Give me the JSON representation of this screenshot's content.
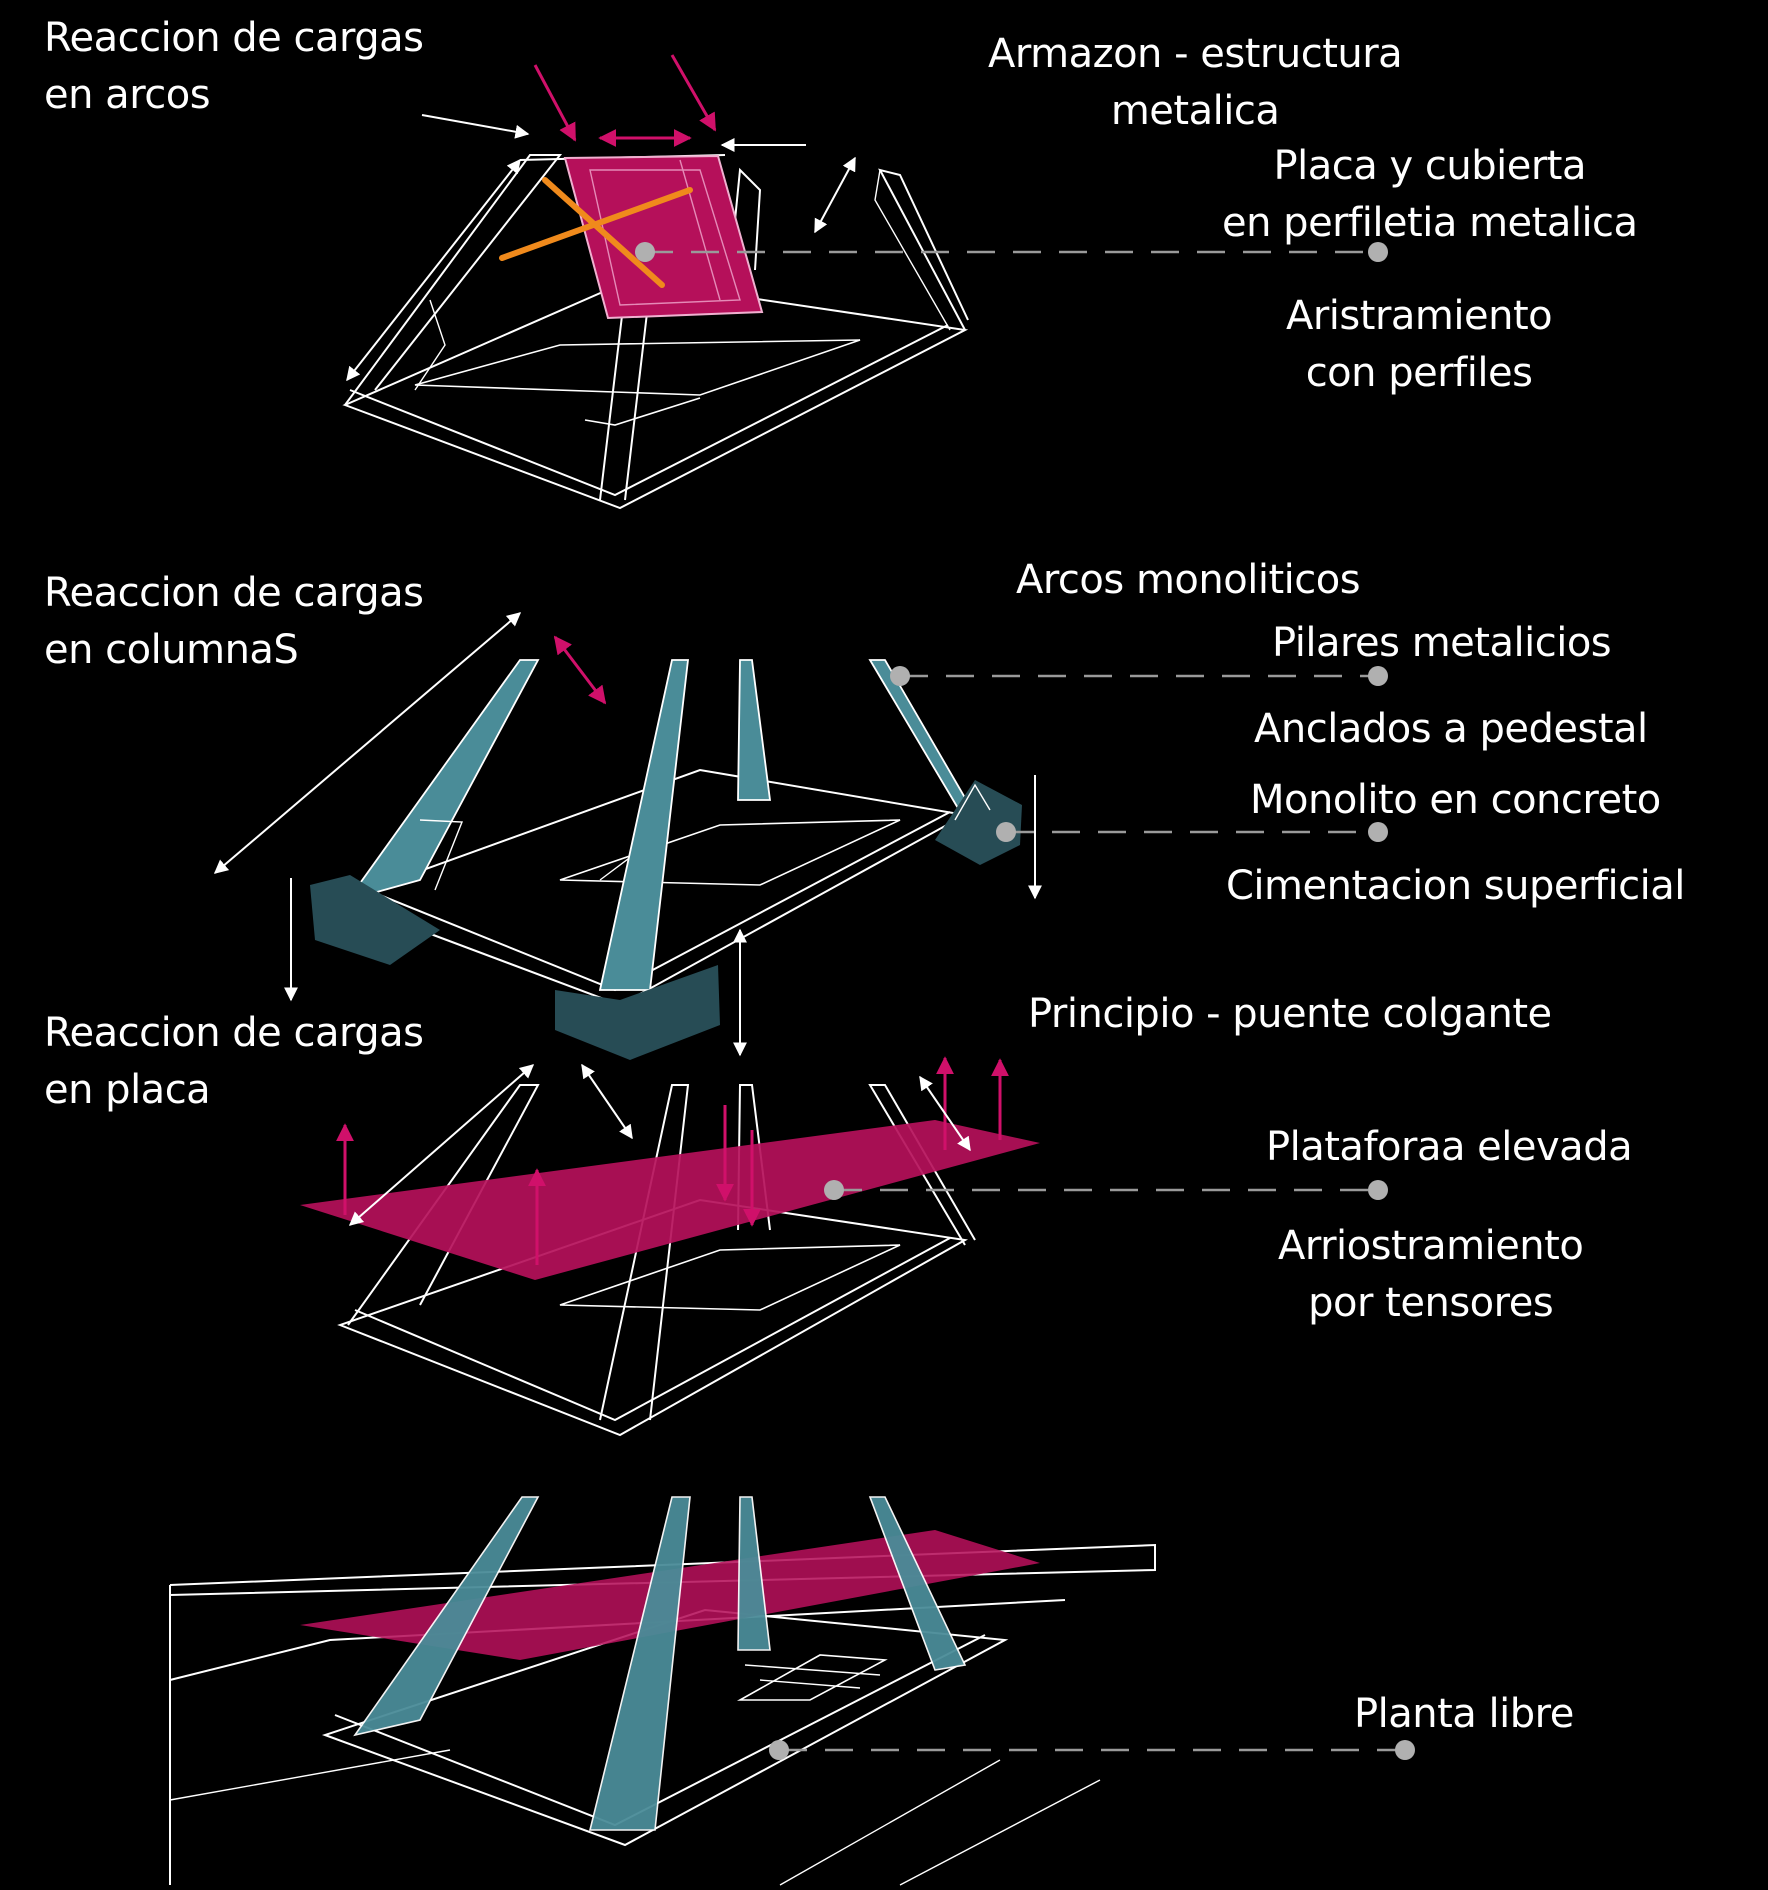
{
  "colors": {
    "background": "#000000",
    "line": "#ffffff",
    "magenta": "#b5105a",
    "teal": "#4a8c98",
    "teal_dark": "#274c55",
    "orange": "#f08a1c",
    "leader": "#9a9a9a"
  },
  "labels": {
    "reaccion_arcos": [
      "Reaccion de cargas",
      "en arcos"
    ],
    "armazon": [
      "Armazon - estructura",
      "metalica"
    ],
    "placa_cubierta": [
      "Placa y cubierta",
      "en perfiletia metalica"
    ],
    "aristramiento": [
      "Aristramiento",
      "con perfiles"
    ],
    "reaccion_columnas": [
      "Reaccion de cargas",
      "en columnaS"
    ],
    "arcos_monoliticos": "Arcos monoliticos",
    "pilares": "Pilares metalicios",
    "anclados": "Anclados a pedestal",
    "monolito": "Monolito en concreto",
    "cimentacion": "Cimentacion superficial",
    "reaccion_placa": [
      "Reaccion de cargas",
      "en placa"
    ],
    "principio": "Principio - puente colgante",
    "plataforma": "Plataforaa elevada",
    "arriostramiento": [
      "Arriostramiento",
      "por tensores"
    ],
    "planta_libre": "Planta libre"
  }
}
